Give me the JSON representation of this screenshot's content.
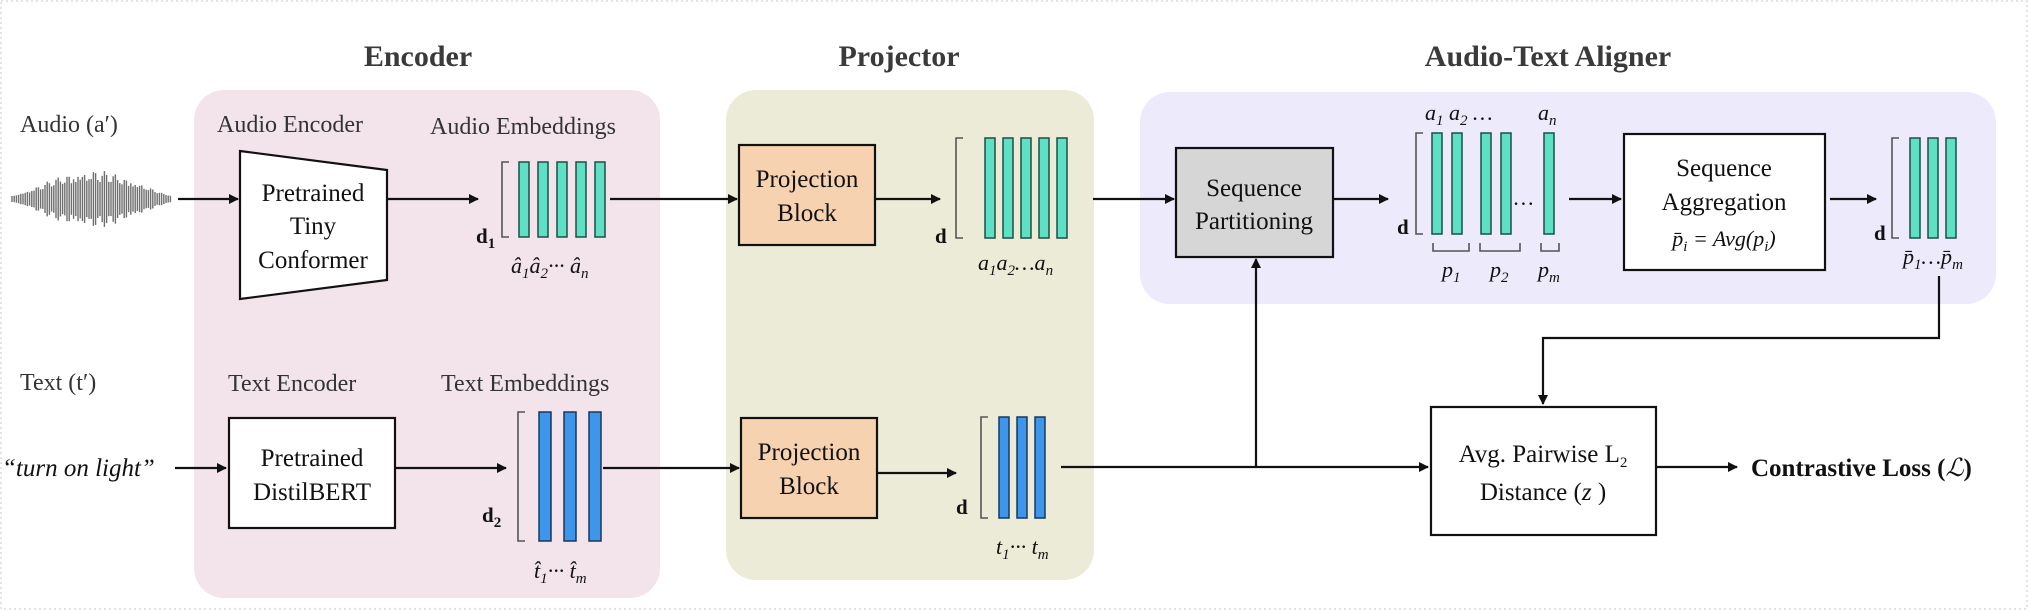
{
  "sections": {
    "encoder_title": "Encoder",
    "projector_title": "Projector",
    "aligner_title": "Audio-Text Aligner"
  },
  "inputs": {
    "audio_label": "Audio (a′)",
    "text_label": "Text (t′)",
    "text_example": "“turn on light”"
  },
  "encoder": {
    "audio_encoder_label": "Audio Encoder",
    "audio_embeddings_label": "Audio Embeddings",
    "conformer_line1": "Pretrained",
    "conformer_line2": "Tiny",
    "conformer_line3": "Conformer",
    "text_encoder_label": "Text Encoder",
    "text_embeddings_label": "Text Embeddings",
    "bert_line1": "Pretrained",
    "bert_line2": "DistilBERT",
    "d1": "d1",
    "d2": "d2",
    "audio_emb_caption": "â1â2··· ân",
    "text_emb_caption": "t̂1··· t̂m"
  },
  "projector": {
    "block_line1": "Projection",
    "block_line2": "Block",
    "d": "d",
    "audio_caption": "a1a2…an",
    "text_caption": "t1··· tm"
  },
  "aligner": {
    "partition_line1": "Sequence",
    "partition_line2": "Partitioning",
    "seq_top_label": "a1 a2 …",
    "an_label": "an",
    "dots": "…",
    "p1": "p1",
    "p2": "p2",
    "pm": "pm",
    "agg_line1": "Sequence",
    "agg_line2": "Aggregation",
    "agg_formula": "p̄i = Avg(pi)",
    "pbar_caption": "p̄1…p̄m",
    "d": "d"
  },
  "loss": {
    "dist_line1": "Avg. Pairwise L2",
    "dist_line2": "Distance (z )",
    "contrastive": "Contrastive Loss (ℒ)"
  },
  "colors": {
    "encoder_bg": "#f2e4ea",
    "projector_bg": "#ecebd8",
    "aligner_bg": "#eceafb",
    "projection_block": "#f7d2b0",
    "partition_box": "#d6d6d6",
    "audio_embedding_bar": "#5ee0c5",
    "text_embedding_bar": "#3d96ea"
  }
}
